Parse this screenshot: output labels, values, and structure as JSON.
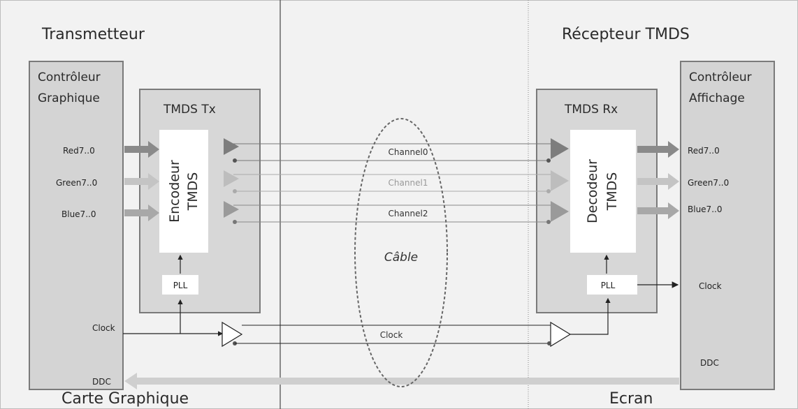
{
  "sections": {
    "transmitter": "Transmetteur",
    "receiver": "Récepteur TMDS",
    "graphics_card": "Carte Graphique",
    "screen": "Ecran"
  },
  "graphics_controller": {
    "line1": "Contrôleur",
    "line2": "Graphique"
  },
  "display_controller": {
    "line1": "Contrôleur",
    "line2": "Affichage"
  },
  "tx": {
    "title": "TMDS Tx",
    "encoder_line1": "Encodeur",
    "encoder_line2": "TMDS",
    "pll": "PLL"
  },
  "rx": {
    "title": "TMDS Rx",
    "decoder_line1": "Decodeur",
    "decoder_line2": "TMDS",
    "pll": "PLL"
  },
  "signals": {
    "red": "Red7..0",
    "green": "Green7..0",
    "blue": "Blue7..0",
    "clock": "Clock",
    "ddc": "DDC"
  },
  "channels": [
    "Channel0",
    "Channel1",
    "Channel2"
  ],
  "clock_channel": "Clock",
  "cable": "Câble",
  "colors": {
    "red_arrow": "#8a8a8a",
    "green_arrow": "#c4c4c4",
    "blue_arrow": "#a8a8a8",
    "box_fill": "#d7d7d7",
    "inner_fill": "#ffffff"
  }
}
